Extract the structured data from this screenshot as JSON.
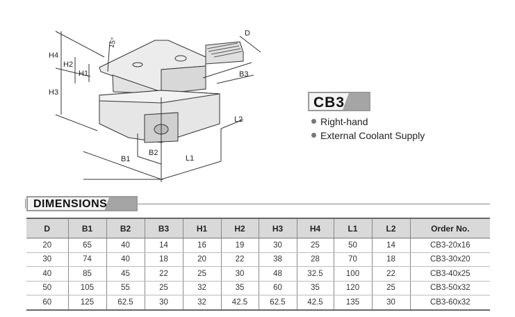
{
  "drawing": {
    "labels": {
      "D": "D",
      "H4": "H4",
      "H2": "H2",
      "H1": "H1",
      "H3": "H3",
      "B3": "B3",
      "L2": "L2",
      "B2": "B2",
      "B1": "B1",
      "L1": "L1",
      "angle": "15°"
    }
  },
  "product": {
    "code": "CB3",
    "features": [
      "Right-hand",
      "External Coolant Supply"
    ]
  },
  "dimensions": {
    "title": "DIMENSIONS",
    "headers": [
      "D",
      "B1",
      "B2",
      "B3",
      "H1",
      "H2",
      "H3",
      "H4",
      "L1",
      "L2",
      "Order No."
    ],
    "rows": [
      [
        "20",
        "65",
        "40",
        "14",
        "16",
        "19",
        "30",
        "25",
        "50",
        "14",
        "CB3-20x16"
      ],
      [
        "30",
        "74",
        "40",
        "18",
        "20",
        "22",
        "38",
        "28",
        "70",
        "18",
        "CB3-30x20"
      ],
      [
        "40",
        "85",
        "45",
        "22",
        "25",
        "30",
        "48",
        "32.5",
        "100",
        "22",
        "CB3-40x25"
      ],
      [
        "50",
        "105",
        "55",
        "25",
        "32",
        "35",
        "60",
        "35",
        "120",
        "25",
        "CB3-50x32"
      ],
      [
        "60",
        "125",
        "62.5",
        "30",
        "32",
        "42.5",
        "62.5",
        "42.5",
        "135",
        "30",
        "CB3-60x32"
      ]
    ]
  }
}
